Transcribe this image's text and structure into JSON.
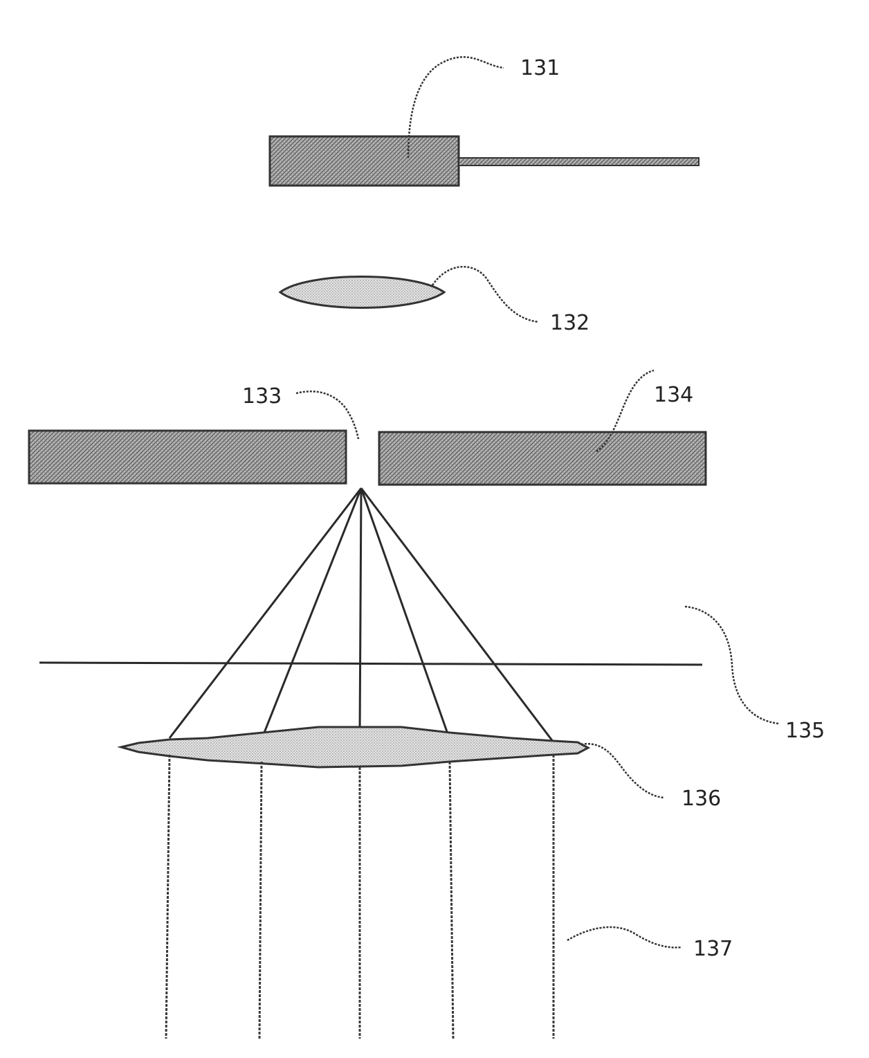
{
  "figure": {
    "labels": {
      "laser_source": "131",
      "focusing_lens": "132",
      "pinhole": "133",
      "aperture_plate": "134",
      "plane": "135",
      "collimating_lens": "136",
      "collimated_beam": "137"
    },
    "colors": {
      "hatch_fill": "#9a9a9a",
      "lens_fill": "#cfcfcf",
      "line": "#2a2a2a",
      "background": "#ffffff"
    }
  }
}
